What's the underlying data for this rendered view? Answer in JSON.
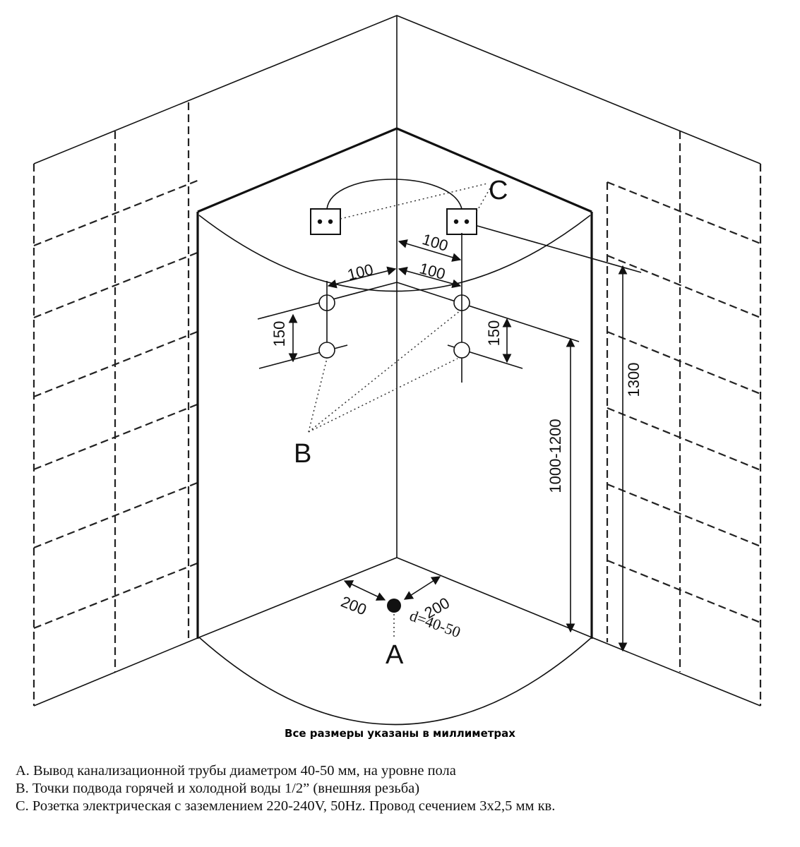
{
  "diagram": {
    "labels": {
      "point_a": "A",
      "point_b": "B",
      "point_c": "C"
    },
    "dimensions": {
      "outlet_to_wall_left": "200",
      "outlet_to_wall_right": "200",
      "outlet_diameter": "d=40-50",
      "socket_offset": "100",
      "pipe_offset_left": "100",
      "pipe_offset_right": "100",
      "pipe_spacing_left": "150",
      "pipe_spacing_right": "150",
      "pipe_height": "1000-1200",
      "socket_height": "1300"
    }
  },
  "caption": "Все размеры указаны в миллиметрах",
  "legend": [
    "A. Вывод  канализационной трубы диаметром 40-50 мм, на уровне пола",
    "B. Точки подвода горячей и холодной воды 1/2” (внешняя резьба)",
    "C. Розетка электрическая с заземлением 220-240V, 50Hz. Провод сечением 3x2,5 мм кв."
  ]
}
